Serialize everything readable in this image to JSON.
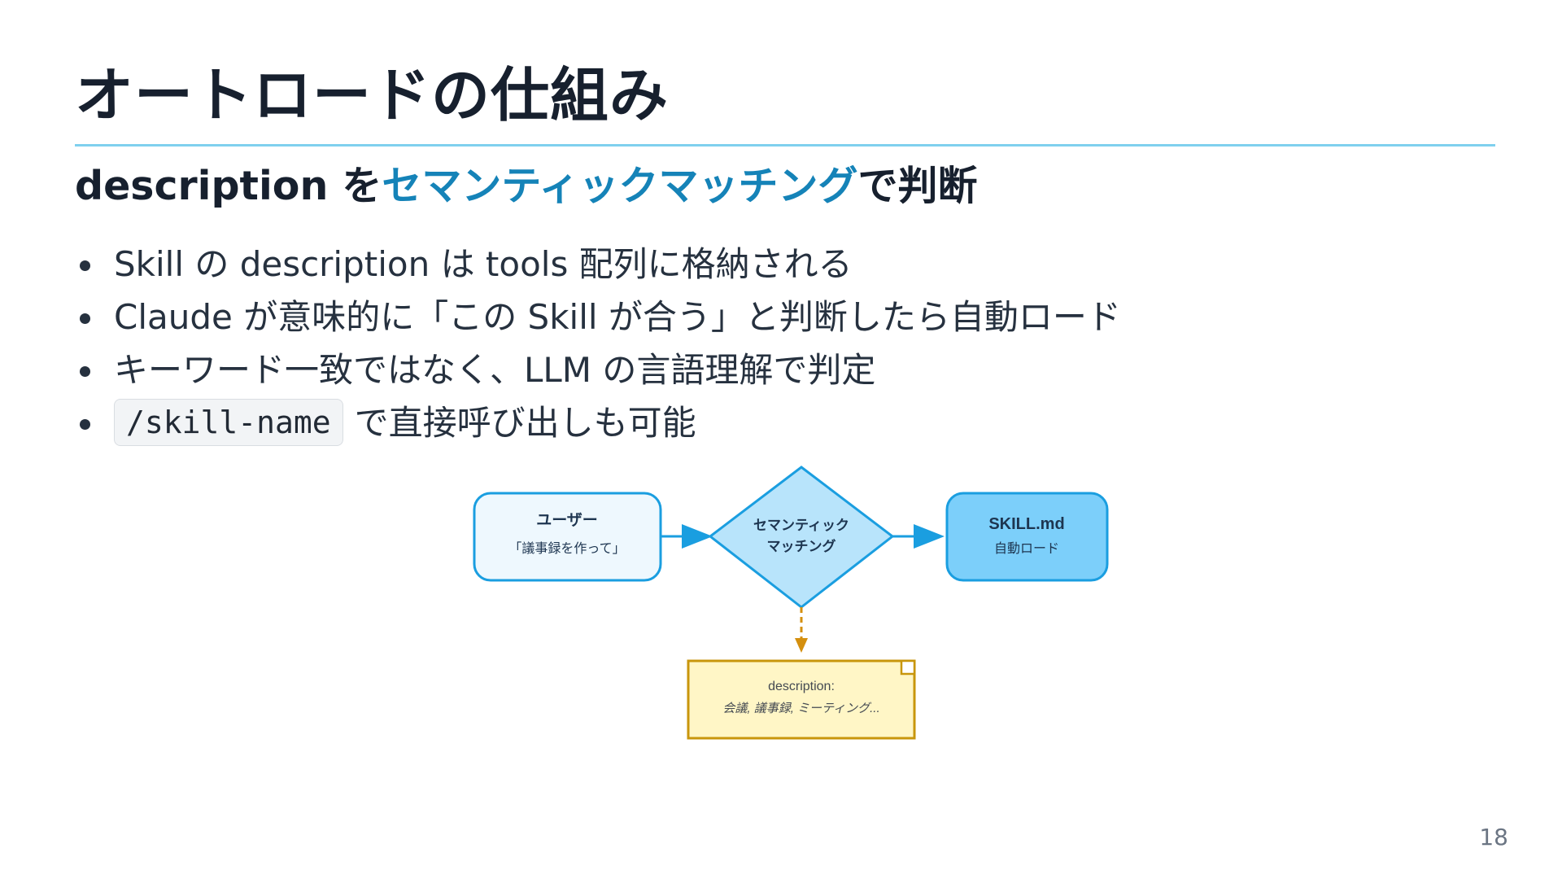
{
  "title": "オートロードの仕組み",
  "subtitle": {
    "prefix": "description を",
    "accent": "セマンティックマッチング",
    "suffix": "で判断"
  },
  "bullets": [
    {
      "text": "Skill の description は tools 配列に格納される"
    },
    {
      "text": "Claude が意味的に「この Skill が合う」と判断したら自動ロード"
    },
    {
      "text": "キーワード一致ではなく、LLM の言語理解で判定"
    },
    {
      "code": "/skill-name",
      "text": "で直接呼び出しも可能"
    }
  ],
  "diagram": {
    "user_node": {
      "title": "ユーザー",
      "text": "「議事録を作って」"
    },
    "match_node": {
      "line1": "セマンティック",
      "line2": "マッチング"
    },
    "skill_node": {
      "title": "SKILL.md",
      "text": "自動ロード"
    },
    "note_node": {
      "title": "description:",
      "text": "会議, 議事録, ミーティング..."
    },
    "colors": {
      "arrow": "#1a9ee0",
      "node_border": "#1a9ee0",
      "user_fill": "#eef8fe",
      "match_fill": "#b8e4fb",
      "skill_fill": "#7ccffa",
      "note_fill": "#fff6c6",
      "note_border": "#c8960c",
      "dashed_arrow": "#d48f0e"
    }
  },
  "page_number": "18",
  "colors": {
    "title_rule": "#7fd0ee",
    "accent": "#1583b8",
    "text": "#17202e"
  }
}
